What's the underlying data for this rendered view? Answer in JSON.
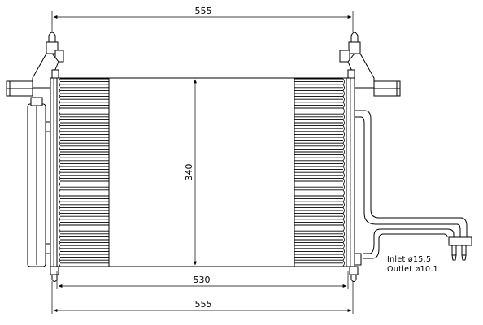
{
  "dimensions": {
    "top_width": "555",
    "core_width": "530",
    "bottom_width": "555",
    "core_height": "340"
  },
  "notes": {
    "inlet": "Inlet ø15.5",
    "outlet": "Outlet ø10.1"
  },
  "colors": {
    "line": "#000000",
    "background": "#ffffff"
  }
}
